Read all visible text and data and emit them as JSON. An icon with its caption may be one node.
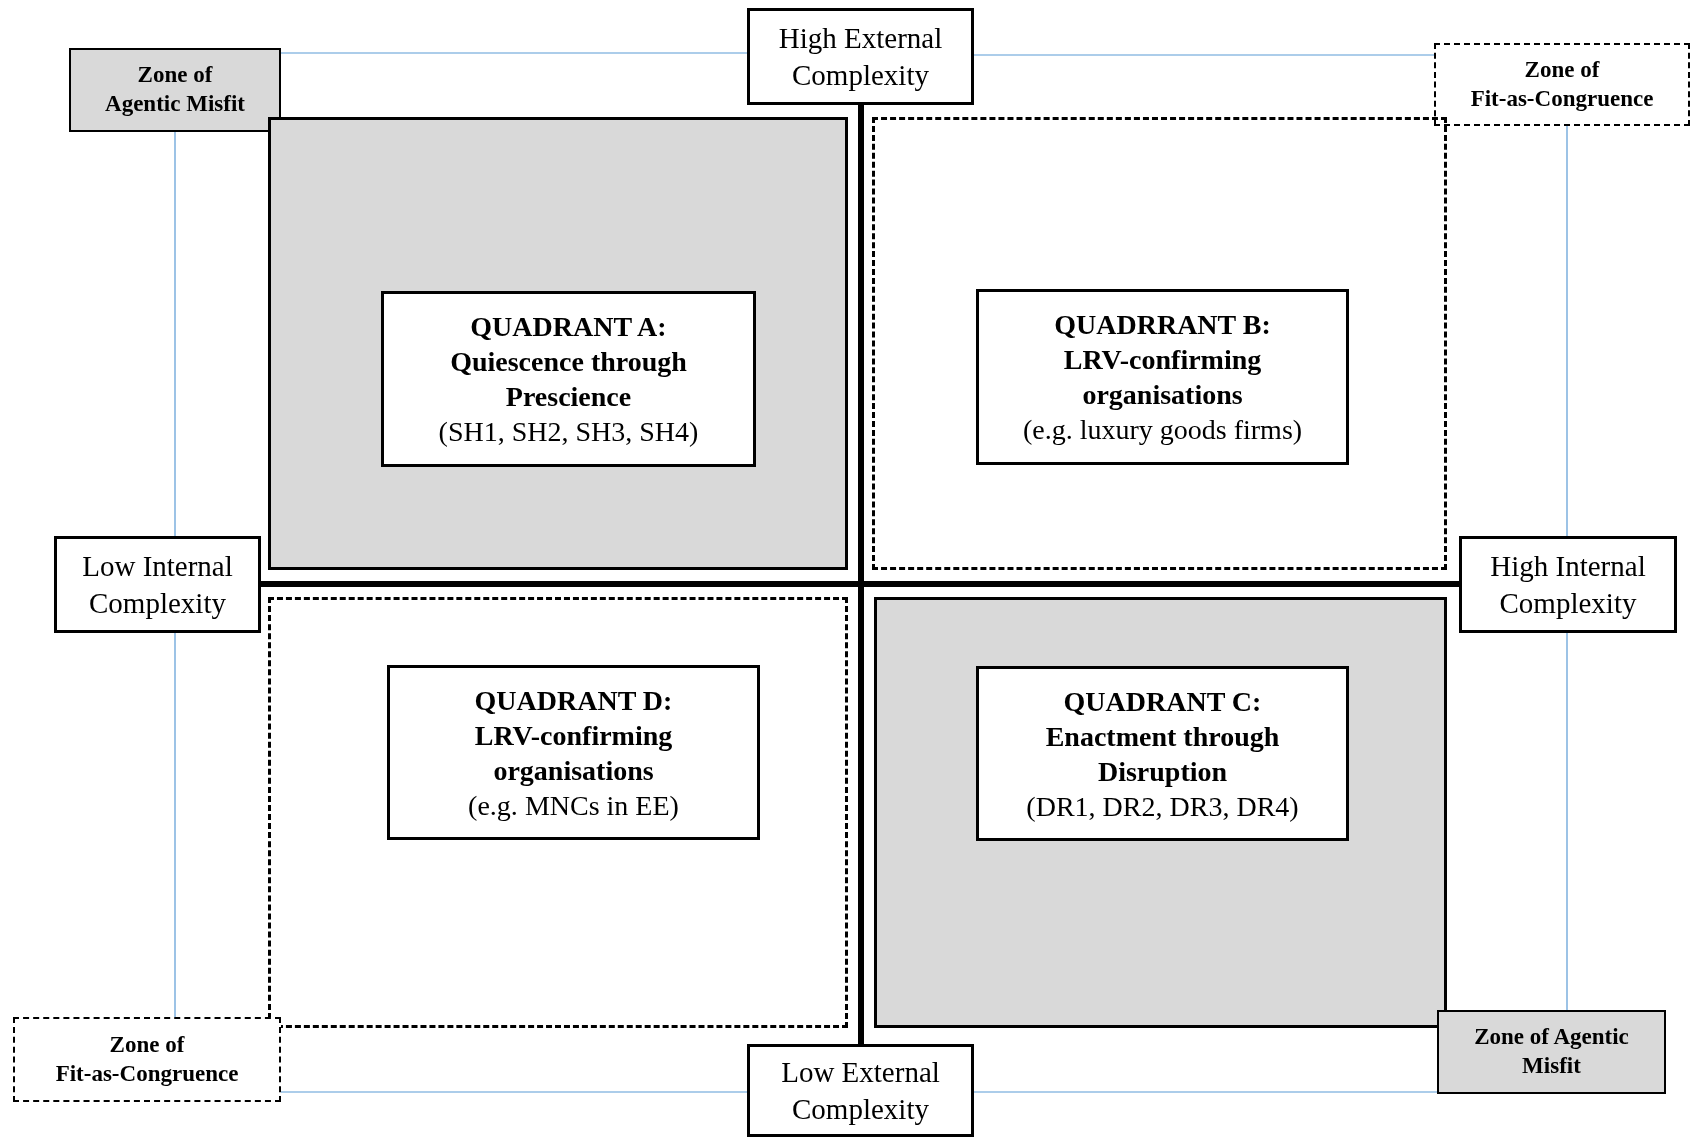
{
  "diagram": {
    "nodes": [
      {
        "text": [
          "Zone of Agentic Misfit"
        ]
      },
      {
        "text": [
          "High External Complexity"
        ]
      },
      {
        "text": [
          "Zone of Fit-as-Congruence"
        ]
      },
      {
        "text": [],
        "shape": "box"
      },
      {
        "text": [
          "QUADRANT A: Quiescence through Prescience",
          "(SH1, SH2, SH3, SH4)"
        ],
        "in": 3
      },
      {
        "text": [],
        "shape": "box"
      },
      {
        "text": [
          "QUADRRANT B: LRV-confirming organisations",
          "(e.g. luxury goods firms)"
        ],
        "in": 5
      },
      {
        "text": [
          "Low Internal Complexity"
        ]
      },
      {
        "text": [
          "High Internal Complexity"
        ]
      },
      {
        "text": [],
        "shape": "box"
      },
      {
        "text": [
          "QUADRANT D: LRV-confirming organisations",
          "(e.g. MNCs in EE)"
        ],
        "in": 9
      },
      {
        "text": [],
        "shape": "box"
      },
      {
        "text": [
          "QUADRANT C: Enactment through Disruption",
          "(DR1, DR2, DR3, DR4)"
        ],
        "in": 11
      },
      {
        "text": [
          "Zone of Fit-as-Congruence"
        ]
      },
      {
        "text": [
          "Low External Complexity"
        ]
      },
      {
        "text": [
          "Zone of Agentic Misfit"
        ]
      }
    ],
    "edges": [
      {
        "from": 0,
        "to": 1,
        "arrow": "none"
      },
      {
        "from": 1,
        "to": 2,
        "arrow": "none"
      },
      {
        "from": 0,
        "to": 7,
        "arrow": "none"
      },
      {
        "from": 2,
        "to": 8,
        "arrow": "none"
      },
      {
        "from": 1,
        "to": 14,
        "arrow": "none",
        "style": "thick",
        "color": "#000000"
      },
      {
        "from": 7,
        "to": 8,
        "arrow": "none",
        "style": "thick",
        "color": "#000000"
      },
      {
        "from": 7,
        "to": 13,
        "arrow": "none"
      },
      {
        "from": 8,
        "to": 15,
        "arrow": "none"
      },
      {
        "from": 13,
        "to": 14,
        "arrow": "none"
      },
      {
        "from": 14,
        "to": 15,
        "arrow": "none"
      }
    ]
  }
}
